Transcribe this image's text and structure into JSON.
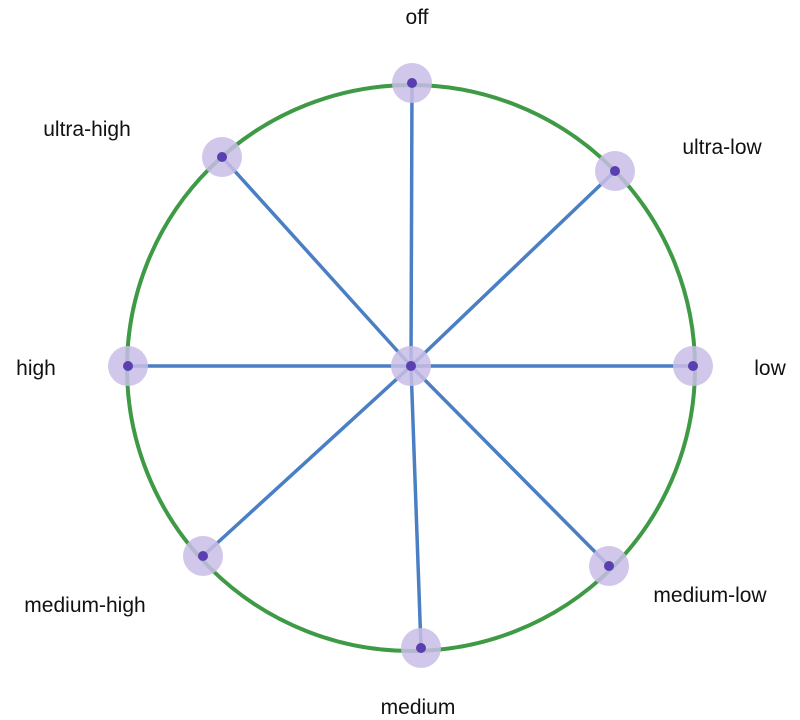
{
  "diagram": {
    "colors": {
      "ring": "#3f9a45",
      "spoke": "#4a7fc4",
      "node_halo": "#c9bde6",
      "node_dot": "#5a3fb0",
      "label": "#111111"
    },
    "center_node": {
      "id": "center"
    },
    "nodes": [
      {
        "id": "off",
        "label": "off"
      },
      {
        "id": "ultra-low",
        "label": "ultra-low"
      },
      {
        "id": "low",
        "label": "low"
      },
      {
        "id": "medium-low",
        "label": "medium-low"
      },
      {
        "id": "medium",
        "label": "medium"
      },
      {
        "id": "medium-high",
        "label": "medium-high"
      },
      {
        "id": "high",
        "label": "high"
      },
      {
        "id": "ultra-high",
        "label": "ultra-high"
      }
    ],
    "edges": [
      {
        "from": "center",
        "to": "off"
      },
      {
        "from": "center",
        "to": "ultra-low"
      },
      {
        "from": "center",
        "to": "low"
      },
      {
        "from": "center",
        "to": "medium-low"
      },
      {
        "from": "center",
        "to": "medium"
      },
      {
        "from": "center",
        "to": "medium-high"
      },
      {
        "from": "center",
        "to": "high"
      },
      {
        "from": "center",
        "to": "ultra-high"
      }
    ]
  }
}
